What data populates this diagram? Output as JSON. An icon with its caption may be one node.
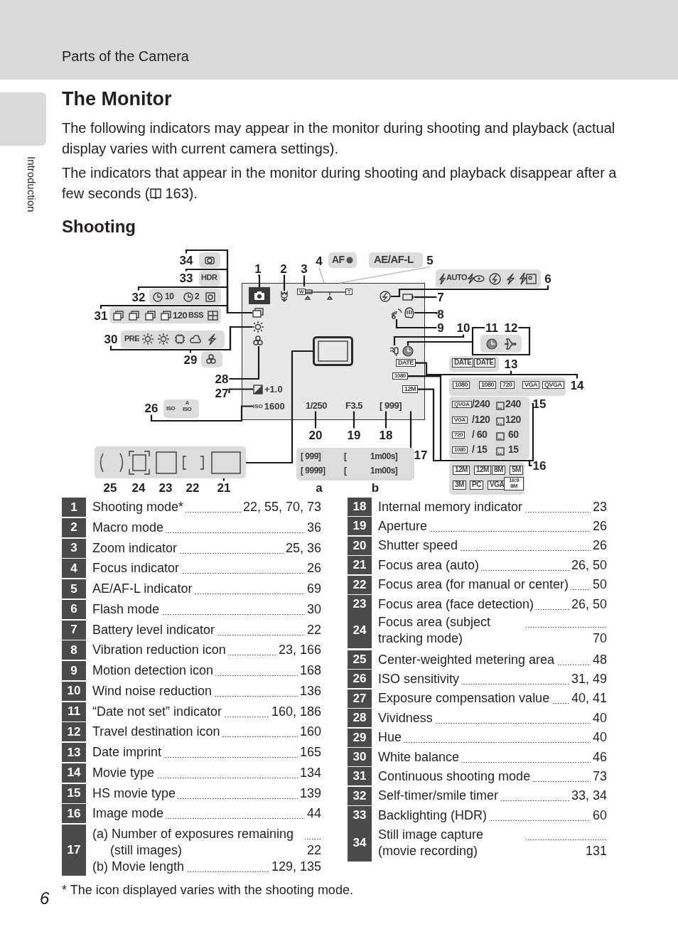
{
  "diagram": {
    "title": "The Monitor",
    "nodes": [
      {
        "text": [
          "1"
        ]
      },
      {
        "text": [
          "2"
        ]
      },
      {
        "text": [
          "3"
        ]
      },
      {
        "text": [
          "4"
        ]
      },
      {
        "text": [
          "5"
        ]
      },
      {
        "text": [
          "6"
        ]
      },
      {
        "text": [
          "7"
        ]
      },
      {
        "text": [
          "8"
        ]
      },
      {
        "text": [
          "9"
        ]
      },
      {
        "text": [
          "10"
        ]
      },
      {
        "text": [
          "11"
        ]
      },
      {
        "text": [
          "12"
        ]
      },
      {
        "text": [
          "13"
        ]
      },
      {
        "text": [
          "14"
        ]
      },
      {
        "text": [
          "15"
        ]
      },
      {
        "text": [
          "16"
        ]
      },
      {
        "text": [
          "17"
        ]
      },
      {
        "text": [
          "18"
        ]
      },
      {
        "text": [
          "19"
        ]
      },
      {
        "text": [
          "20"
        ]
      },
      {
        "text": [
          "21"
        ]
      },
      {
        "text": [
          "22"
        ]
      },
      {
        "text": [
          "23"
        ]
      },
      {
        "text": [
          "24"
        ]
      },
      {
        "text": [
          "25"
        ]
      },
      {
        "text": [
          "26"
        ]
      },
      {
        "text": [
          "27"
        ]
      },
      {
        "text": [
          "28"
        ]
      },
      {
        "text": [
          "29"
        ]
      },
      {
        "text": [
          "30"
        ]
      },
      {
        "text": [
          "31"
        ]
      },
      {
        "text": [
          "32"
        ]
      },
      {
        "text": [
          "33"
        ]
      },
      {
        "text": [
          "34"
        ]
      },
      {
        "text": [
          "a"
        ]
      },
      {
        "text": [
          "b"
        ]
      },
      {
        "text": [],
        "shape": "box"
      },
      {
        "text": [],
        "shape": "picture",
        "in": 36
      },
      {
        "text": [],
        "shape": "picture",
        "in": 36
      },
      {
        "text": [
          "W",
          "T"
        ],
        "in": 36
      },
      {
        "text": [],
        "shape": "picture",
        "in": 36
      },
      {
        "text": [],
        "shape": "box",
        "in": 36
      },
      {
        "text": [],
        "shape": "picture",
        "in": 36
      },
      {
        "text": [],
        "shape": "circle",
        "in": 36
      },
      {
        "text": [],
        "shape": "picture",
        "in": 36
      },
      {
        "text": [],
        "shape": "picture",
        "in": 36
      },
      {
        "text": [
          "DATE"
        ],
        "in": 36
      },
      {
        "text": [
          "1080"
        ],
        "in": 36
      },
      {
        "text": [
          "12M"
        ],
        "in": 36
      },
      {
        "text": [
          "[ 999]"
        ],
        "in": 36
      },
      {
        "text": [
          "F3.5"
        ],
        "in": 36
      },
      {
        "text": [
          "1/250"
        ],
        "in": 36
      },
      {
        "text": [],
        "shape": "box",
        "in": 36
      },
      {
        "text": [
          "ISO",
          "1600"
        ],
        "in": 36
      },
      {
        "text": [
          "+1.0"
        ],
        "in": 36
      },
      {
        "text": [],
        "shape": "picture",
        "in": 36
      },
      {
        "text": [],
        "shape": "circle",
        "in": 36
      },
      {
        "text": [],
        "shape": "box",
        "in": 36
      }
    ],
    "edges": [
      {
        "from": 0,
        "to": 37,
        "arrow": "none"
      },
      {
        "from": 1,
        "to": 38,
        "arrow": "none"
      },
      {
        "from": 2,
        "to": 39,
        "arrow": "none"
      },
      {
        "from": 3,
        "to": 36,
        "arrow": "none",
        "color": "#c0c0c0"
      },
      {
        "from": 4,
        "to": 36,
        "arrow": "none",
        "color": "#c0c0c0"
      },
      {
        "from": 5,
        "to": 40,
        "arrow": "none"
      },
      {
        "from": 6,
        "to": 41,
        "arrow": "none"
      },
      {
        "from": 7,
        "to": 42,
        "arrow": "none"
      },
      {
        "from": 8,
        "to": 43,
        "arrow": "none"
      },
      {
        "from": 9,
        "to": 44,
        "arrow": "none"
      },
      {
        "from": 10,
        "to": 45,
        "arrow": "none"
      },
      {
        "from": 11,
        "to": 45,
        "arrow": "none"
      },
      {
        "from": 12,
        "to": 46,
        "arrow": "none"
      },
      {
        "from": 13,
        "to": 47,
        "arrow": "none"
      },
      {
        "from": 14,
        "to": 47,
        "arrow": "none"
      },
      {
        "from": 15,
        "to": 48,
        "arrow": "none"
      },
      {
        "from": 16,
        "to": 49,
        "arrow": "none"
      },
      {
        "from": 17,
        "to": 49,
        "arrow": "none"
      },
      {
        "from": 18,
        "to": 50,
        "arrow": "none"
      },
      {
        "from": 19,
        "to": 51,
        "arrow": "none"
      },
      {
        "from": 20,
        "to": 52,
        "arrow": "none"
      },
      {
        "from": 25,
        "to": 53,
        "arrow": "none"
      },
      {
        "from": 26,
        "to": 54,
        "arrow": "none"
      },
      {
        "from": 27,
        "to": 55,
        "arrow": "none"
      },
      {
        "from": 28,
        "to": 56,
        "arrow": "none"
      },
      {
        "from": 29,
        "to": 56,
        "arrow": "none"
      },
      {
        "from": 30,
        "to": 57,
        "arrow": "none"
      },
      {
        "from": 31,
        "to": 57,
        "arrow": "none"
      },
      {
        "from": 32,
        "to": 57,
        "arrow": "none"
      },
      {
        "from": 33,
        "to": 57,
        "arrow": "none"
      }
    ],
    "labels": [
      "Parts of the Camera",
      "Introduction",
      "The following indicators may appear in the monitor during shooting and playback (actual display varies with current camera settings).",
      "The indicators that appear in the monitor during shooting and playback disappear after a few seconds (",
      "163).",
      "Shooting",
      "HDR",
      "10",
      "2",
      "120",
      "BSS",
      "PRE",
      "ISO",
      "A",
      "ISO",
      "AF",
      "AE/AF-L",
      "AUTO",
      "DATE",
      "DATE",
      "1080",
      "1080",
      "720",
      "VGA",
      "QVGA",
      "QVGA",
      "/240",
      "240",
      "VGA",
      "/120",
      "120",
      "720",
      "/ 60",
      "60",
      "1080",
      "/ 15",
      "15",
      "12M",
      "12M",
      "8M",
      "5M",
      "3M",
      "PC",
      "VGA",
      "16:9 8M",
      "[ 999]",
      "[",
      "1m00s]",
      "[ 9999]",
      "[",
      "1m00s]",
      "1",
      "Shooting mode*",
      "22, 55, 70, 73",
      "2",
      "Macro mode",
      "36",
      "3",
      "Zoom indicator",
      "25, 36",
      "4",
      "Focus indicator",
      "26",
      "5",
      "AE/AF-L indicator",
      "69",
      "6",
      "Flash mode",
      "30",
      "7",
      "Battery level indicator",
      "22",
      "8",
      "Vibration reduction icon",
      "23, 166",
      "9",
      "Motion detection icon",
      "168",
      "10",
      "Wind noise reduction",
      "136",
      "11",
      "“Date not set” indicator",
      "160, 186",
      "12",
      "Travel destination icon",
      "160",
      "13",
      "Date imprint",
      "165",
      "14",
      "Movie type",
      "134",
      "15",
      "HS movie type",
      "139",
      "16",
      "Image mode",
      "44",
      "17",
      "(a) Number of exposures remaining (still images)",
      "22",
      "(b) Movie length",
      "129, 135",
      "18",
      "Internal memory indicator",
      "23",
      "19",
      "Aperture",
      "26",
      "20",
      "Shutter speed",
      "26",
      "21",
      "Focus area (auto)",
      "26, 50",
      "22",
      "Focus area (for manual or center)",
      "50",
      "23",
      "Focus area (face detection)",
      "26, 50",
      "24",
      "Focus area (subject tracking mode)",
      "70",
      "25",
      "Center-weighted metering area",
      "48",
      "26",
      "ISO sensitivity",
      "31, 49",
      "27",
      "Exposure compensation value",
      "40, 41",
      "28",
      "Vividness",
      "40",
      "29",
      "Hue",
      "40",
      "30",
      "White balance",
      "46",
      "31",
      "Continuous shooting mode",
      "73",
      "32",
      "Self-timer/smile timer",
      "33, 34",
      "33",
      "Backlighting (HDR)",
      "60",
      "34",
      "Still image capture (movie recording)",
      "131",
      "* The icon displayed varies with the shooting mode.",
      "6"
    ]
  }
}
